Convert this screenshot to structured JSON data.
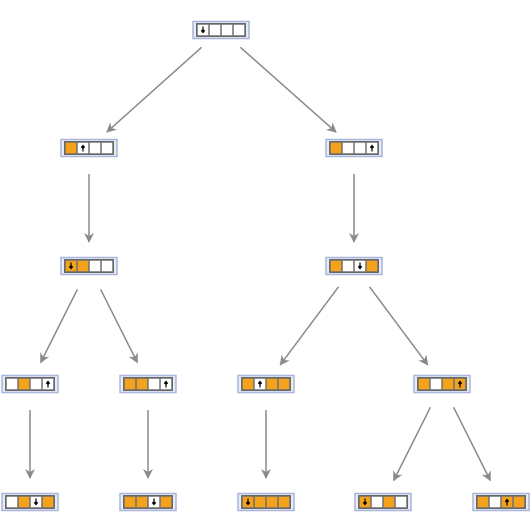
{
  "diagram": {
    "type": "state-tree",
    "colors": {
      "background": "#ffffff",
      "node_fill": "#e8ecf6",
      "node_border": "#a9b4dc",
      "tape_border": "#555555",
      "cell_white": "#ffffff",
      "cell_orange": "#f4a21c",
      "cell_border": "#6b6b6b",
      "head": "#000000",
      "edge": "#8a8a8a"
    },
    "nodes": [
      {
        "id": "n0",
        "cells": [
          0,
          0,
          0,
          0
        ],
        "head": 0,
        "head_dir": "down"
      },
      {
        "id": "n1",
        "cells": [
          1,
          0,
          0,
          0
        ],
        "head": 1,
        "head_dir": "up"
      },
      {
        "id": "n2",
        "cells": [
          1,
          0,
          0,
          0
        ],
        "head": 3,
        "head_dir": "up"
      },
      {
        "id": "n3",
        "cells": [
          1,
          1,
          0,
          0
        ],
        "head": 0,
        "head_dir": "down"
      },
      {
        "id": "n4",
        "cells": [
          1,
          0,
          0,
          1
        ],
        "head": 2,
        "head_dir": "down"
      },
      {
        "id": "n5",
        "cells": [
          0,
          1,
          0,
          0
        ],
        "head": 3,
        "head_dir": "up"
      },
      {
        "id": "n6",
        "cells": [
          1,
          1,
          0,
          0
        ],
        "head": 3,
        "head_dir": "up"
      },
      {
        "id": "n7",
        "cells": [
          1,
          0,
          1,
          1
        ],
        "head": 1,
        "head_dir": "up"
      },
      {
        "id": "n8",
        "cells": [
          1,
          0,
          1,
          1
        ],
        "head": 3,
        "head_dir": "up"
      },
      {
        "id": "n9",
        "cells": [
          0,
          1,
          0,
          1
        ],
        "head": 2,
        "head_dir": "down"
      },
      {
        "id": "n10",
        "cells": [
          1,
          1,
          0,
          1
        ],
        "head": 2,
        "head_dir": "down"
      },
      {
        "id": "n11",
        "cells": [
          1,
          1,
          1,
          1
        ],
        "head": 0,
        "head_dir": "down"
      },
      {
        "id": "n12",
        "cells": [
          1,
          0,
          1,
          0
        ],
        "head": 0,
        "head_dir": "down"
      },
      {
        "id": "n13",
        "cells": [
          1,
          0,
          1,
          1
        ],
        "head": 2,
        "head_dir": "up"
      }
    ],
    "edges": [
      [
        "n0",
        "n1"
      ],
      [
        "n0",
        "n2"
      ],
      [
        "n1",
        "n3"
      ],
      [
        "n2",
        "n4"
      ],
      [
        "n3",
        "n5"
      ],
      [
        "n3",
        "n6"
      ],
      [
        "n4",
        "n7"
      ],
      [
        "n4",
        "n8"
      ],
      [
        "n5",
        "n9"
      ],
      [
        "n6",
        "n10"
      ],
      [
        "n7",
        "n11"
      ],
      [
        "n8",
        "n12"
      ],
      [
        "n8",
        "n13"
      ]
    ]
  }
}
